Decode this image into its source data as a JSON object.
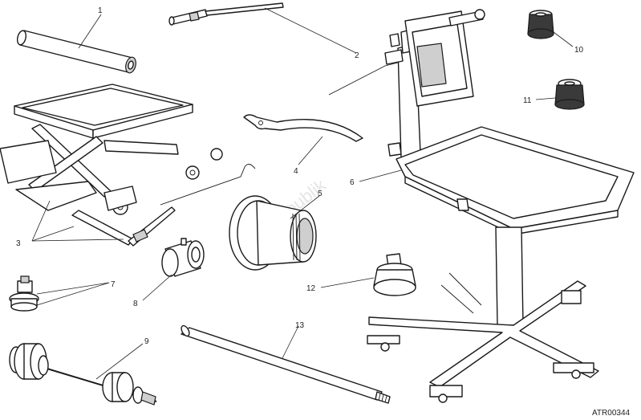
{
  "callouts": {
    "c1": "1",
    "c2": "2",
    "c3": "3",
    "c4": "4",
    "c5": "5",
    "c6": "6",
    "c7": "7",
    "c8": "8",
    "c9": "9",
    "c10": "10",
    "c11": "11",
    "c12": "12",
    "c13": "13"
  },
  "watermark": "PartsRepublik",
  "drawing_code": "ATR00344"
}
